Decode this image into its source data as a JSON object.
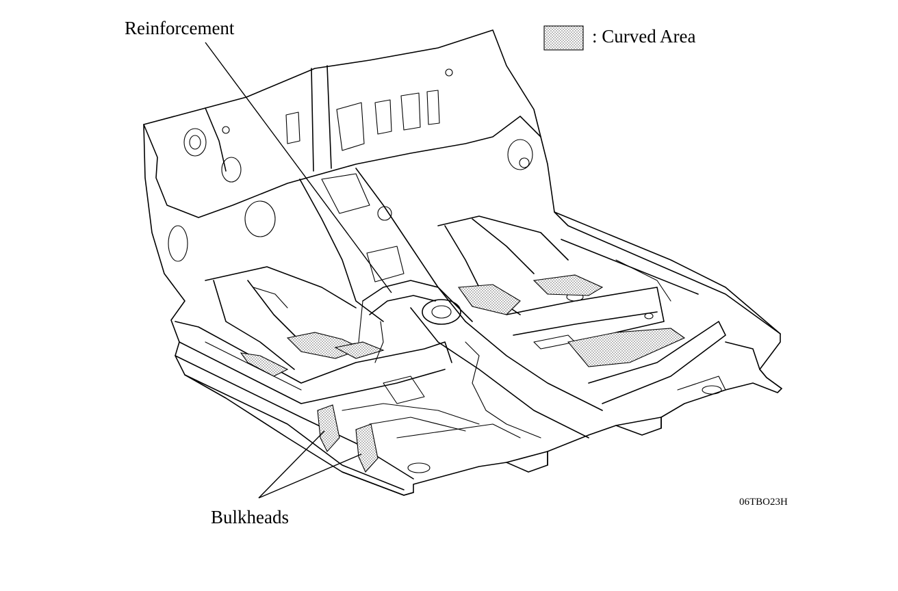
{
  "labels": {
    "reinforcement": "Reinforcement",
    "curved_area": ": Curved Area",
    "bulkheads": "Bulkheads",
    "figure_code": "06TBO23H"
  },
  "legend": {
    "swatch_pattern": "stippled-gray"
  },
  "colors": {
    "line": "#000000",
    "background": "#ffffff",
    "stipple": "#8a8a8a"
  }
}
